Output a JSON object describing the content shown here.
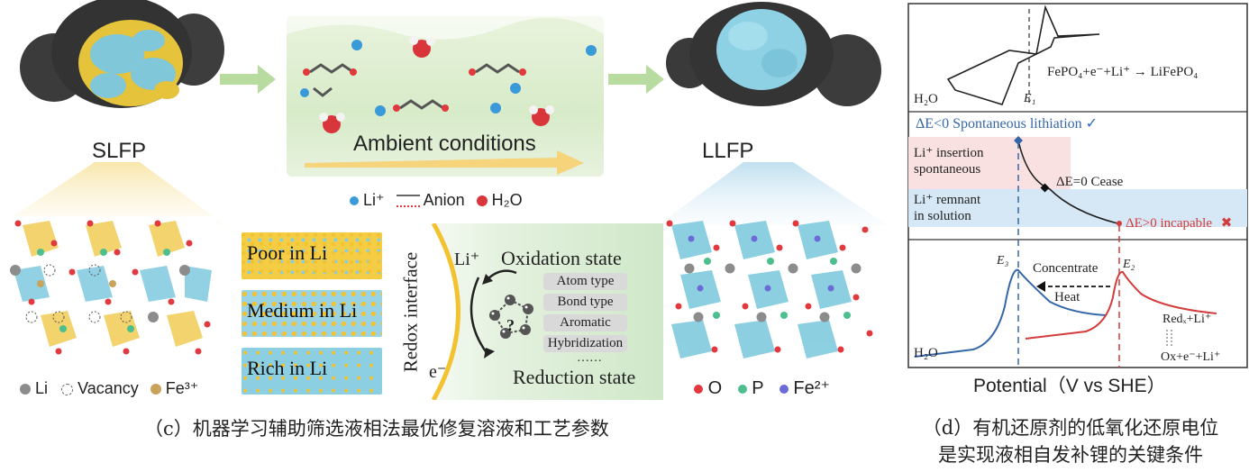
{
  "panel_c": {
    "slfp_label": "SLFP",
    "llfp_label": "LLFP",
    "ambient_label": "Ambient conditions",
    "legend_top": {
      "li": "Li⁺",
      "anion": "Anion",
      "h2o": "H₂O"
    },
    "legend_left": {
      "li": "Li",
      "vacancy": "Vacancy",
      "fe": "Fe³⁺"
    },
    "legend_right": {
      "o": "O",
      "p": "P",
      "fe": "Fe²⁺"
    },
    "bands": [
      "Poor in Li",
      "Medium in Li",
      "Rich in Li"
    ],
    "redox_interface": "Redox interface",
    "li_plus": "Li⁺",
    "e_minus": "e⁻",
    "oxidation_state": "Oxidation state",
    "reduction_state": "Reduction state",
    "question": "?",
    "pills": [
      "Atom type",
      "Bond type",
      "Aromatic",
      "Hybridization",
      "……"
    ],
    "caption": "（c）机器学习辅助筛选液相法最优修复溶液和工艺参数",
    "colors": {
      "li": "#8c8c8c",
      "fe3": "#c9a35a",
      "o": "#e0393e",
      "p": "#4dbf8f",
      "fe2": "#6b6bd6",
      "yellow": "#f2c230",
      "blue": "#86cde0"
    }
  },
  "panel_d": {
    "top": {
      "reaction": "FePO₄+e⁻+Li⁺ → LiFePO₄",
      "h2o": "H₂O",
      "e1": "E₁"
    },
    "middle": {
      "spontaneous": "ΔE<0 Spontaneous lithiation",
      "checkmark": "✓",
      "insertion_line1": "Li⁺ insertion",
      "insertion_line2": "spontaneous",
      "cease": "ΔE=0 Cease",
      "remnant_line1": "Li⁺ remnant",
      "remnant_line2": "in solution",
      "incapable": "ΔE>0 incapable",
      "cross": "✖"
    },
    "bottom": {
      "e3": "E₃",
      "e2": "E₂",
      "concentrate": "Concentrate",
      "heat": "Heat",
      "redx": "Redₓ+Li⁺",
      "ox": "Ox+e⁻+Li⁺",
      "h2o": "H₂O"
    },
    "xlabel": "Potential（V vs SHE）",
    "caption_line1": "（d）有机还原剂的低氧化还原电位",
    "caption_line2": "是实现液相自发补锂的关键条件"
  }
}
